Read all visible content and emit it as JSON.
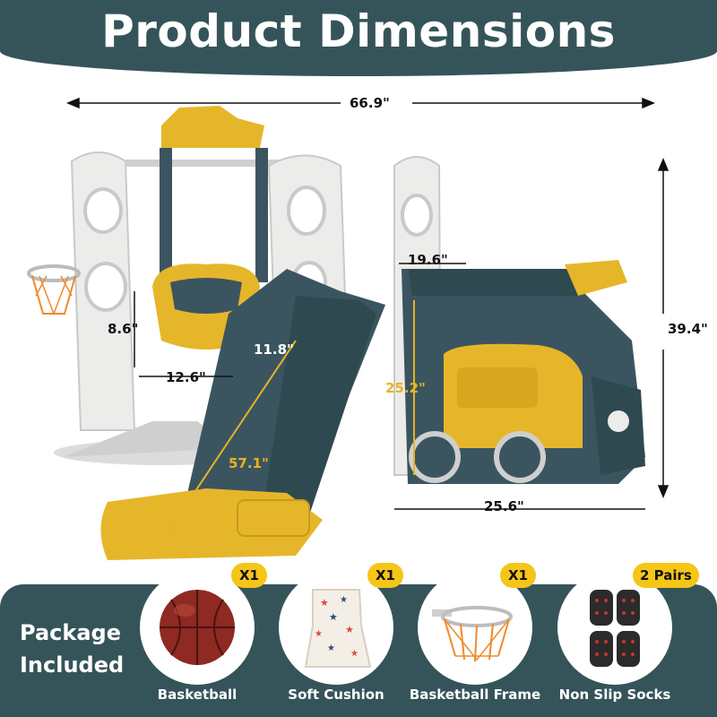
{
  "header": {
    "title": "Product Dimensions"
  },
  "dimensions": {
    "overall_width": "66.9\"",
    "overall_height": "39.4\"",
    "house_width": "25.6\"",
    "house_top": "19.6\"",
    "house_height": "25.2\"",
    "slide_length": "57.1\"",
    "slide_width": "11.8\"",
    "seat_height": "8.6\"",
    "seat_width": "12.6\""
  },
  "package": {
    "label": "Package Included",
    "items": [
      {
        "name": "Basketball",
        "qty": "X1",
        "icon": "basketball-icon"
      },
      {
        "name": "Soft Cushion",
        "qty": "X1",
        "icon": "cushion-icon"
      },
      {
        "name": "Basketball Frame",
        "qty": "X1",
        "icon": "hoop-icon"
      },
      {
        "name": "Non Slip Socks",
        "qty": "2 Pairs",
        "icon": "socks-icon"
      }
    ]
  },
  "colors": {
    "header": "#35545a",
    "accent": "#f5c518",
    "toy_blue": "#3b5560",
    "toy_yellow": "#e6b62a",
    "toy_white": "#ececea"
  }
}
